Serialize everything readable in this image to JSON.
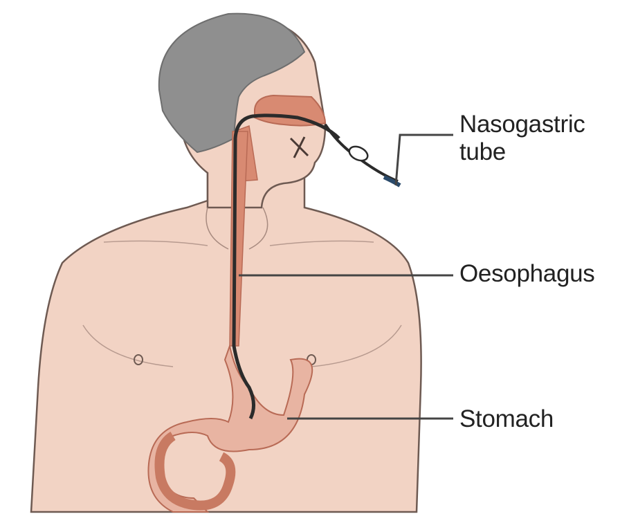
{
  "labels": {
    "nasogastric_line1": "Nasogastric",
    "nasogastric_line2": "tube",
    "oesophagus": "Oesophagus",
    "stomach": "Stomach"
  },
  "colors": {
    "skin": "#f2d3c4",
    "skin_outline": "#6e5a52",
    "hair": "#8f8f8f",
    "organ": "#d88a72",
    "organ_dark": "#b86a55",
    "tube": "#2b2b2b",
    "tube_end": "#2a4a6a",
    "leader": "#444444",
    "text": "#222222"
  }
}
